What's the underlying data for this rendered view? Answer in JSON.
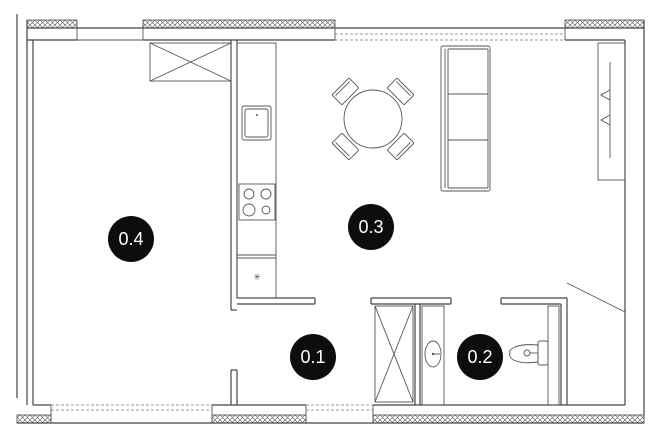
{
  "rooms": [
    {
      "id": "0.1",
      "label": "0.1"
    },
    {
      "id": "0.2",
      "label": "0.2"
    },
    {
      "id": "0.3",
      "label": "0.3"
    },
    {
      "id": "0.4",
      "label": "0.4"
    }
  ],
  "colors": {
    "wall_line": "#444444",
    "room_marker": "#0d0d0d",
    "room_marker_text": "#ffffff",
    "background": "#ffffff"
  }
}
